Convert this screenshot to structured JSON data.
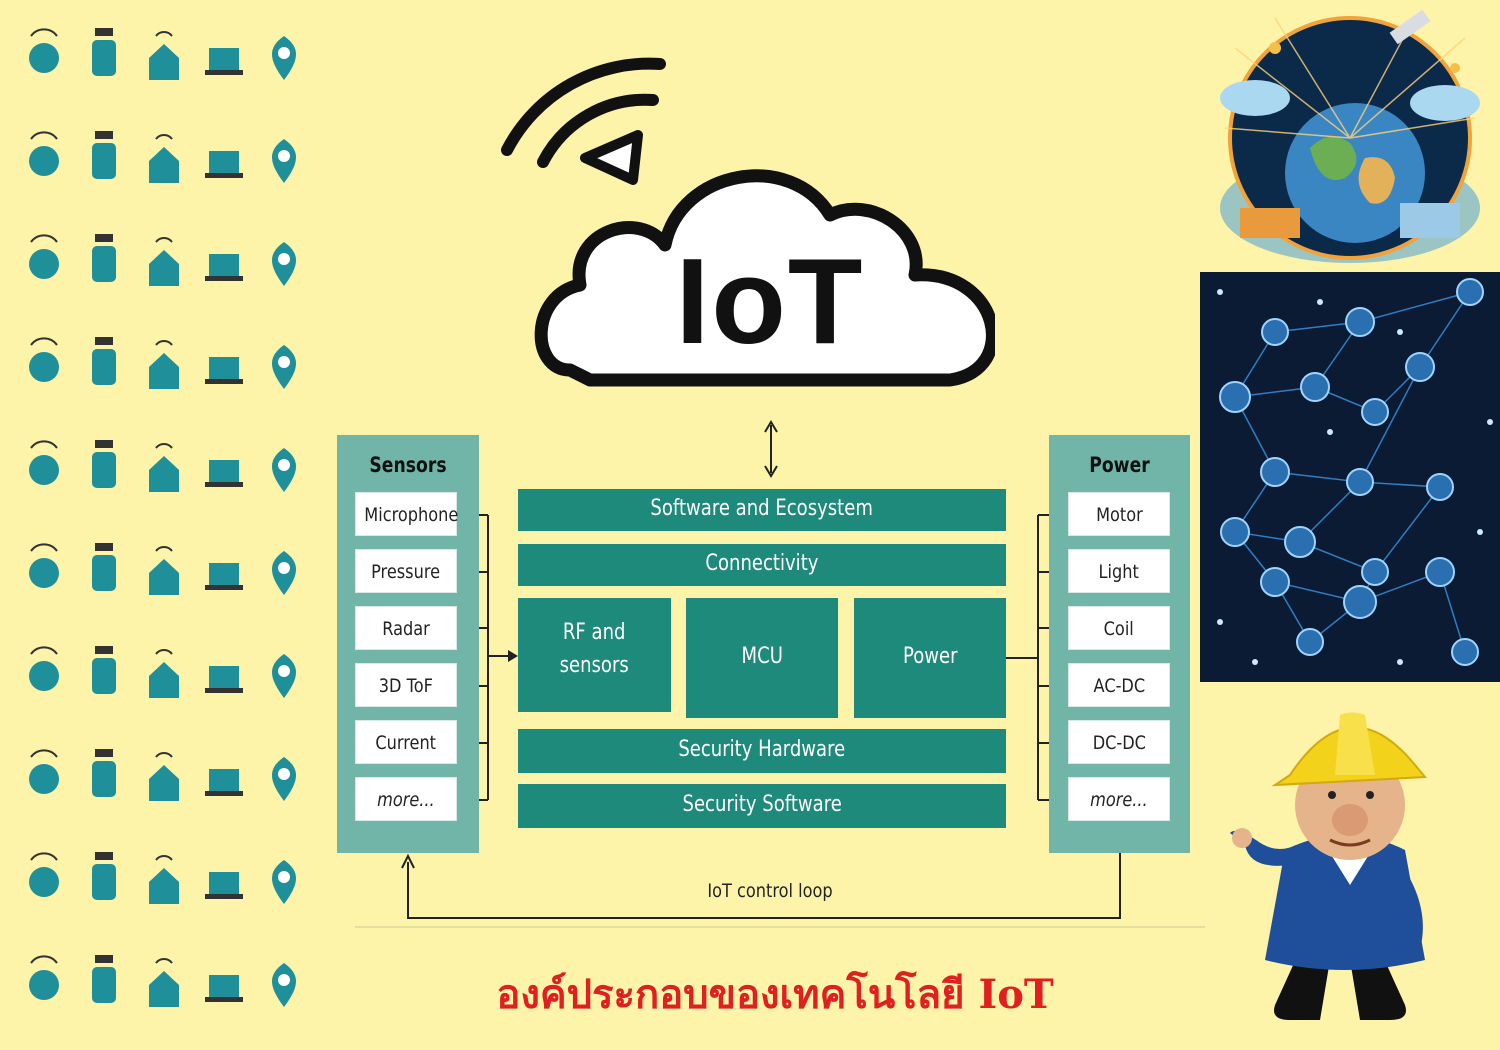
{
  "header": {
    "iot_label": "IoT"
  },
  "sensors": {
    "title": "Sensors",
    "items": [
      "Microphone",
      "Pressure",
      "Radar",
      "3D ToF",
      "Current",
      "more..."
    ]
  },
  "power": {
    "title": "Power",
    "items": [
      "Motor",
      "Light",
      "Coil",
      "AC-DC",
      "DC-DC",
      "more..."
    ]
  },
  "core": {
    "software_ecosystem": "Software and Ecosystem",
    "connectivity": "Connectivity",
    "rf_sensors_line1": "RF and",
    "rf_sensors_line2": "sensors",
    "mcu": "MCU",
    "power": "Power",
    "security_hardware": "Security Hardware",
    "security_software": "Security Software"
  },
  "control_loop_label": "IoT control loop",
  "caption": "องค์ประกอบของเทคโนโลยี IoT",
  "icons": [
    "globe-device-icon",
    "smartwatch-icon",
    "smart-home-icon",
    "laptop-signal-icon",
    "location-pin-icon",
    "server-network-icon",
    "cloud-gear-icon",
    "smart-mouse-icon",
    "tablet-wifi-icon",
    "device-sync-icon",
    "gamepad-signal-icon",
    "antenna-tower-icon",
    "phone-location-icon",
    "monitor-list-icon",
    "network-computers-icon",
    "satellite-globe-icon",
    "phone-card-icon",
    "tablet-wifi-icon",
    "satellite-dish-icon",
    "phone-signal-icon",
    "printer-icon",
    "document-signal-icon",
    "phone-hand-icon",
    "lock-screen-icon",
    "hand-signal-icon",
    "phone-signal-icon",
    "cloud-signal-icon",
    "wifi-icon",
    "monitor-wifi-icon",
    "gear-network-icon",
    "phone-gear-icon",
    "home-signal-icon",
    "camera-signal-icon",
    "server-tower-icon",
    "router-icon",
    "cloud-laptop-icon",
    "gears-icon",
    "monitor-tablet-icon",
    "satellite-icon",
    "globe-server-icon",
    "card-signal-icon",
    "remote-control-icon",
    "alarm-signal-icon",
    "usb-signal-icon",
    "phone-keypad-icon",
    "search-signal-icon",
    "mail-monitor-icon",
    "headset-signal-icon",
    "router-signal-icon",
    "cloud-globe-icon"
  ],
  "colors": {
    "background": "#fdf3a9",
    "panel": "#71b5a8",
    "core_block": "#1e8a7b",
    "icon_teal": "#1f8f9a",
    "caption_red": "#e01f1f"
  }
}
